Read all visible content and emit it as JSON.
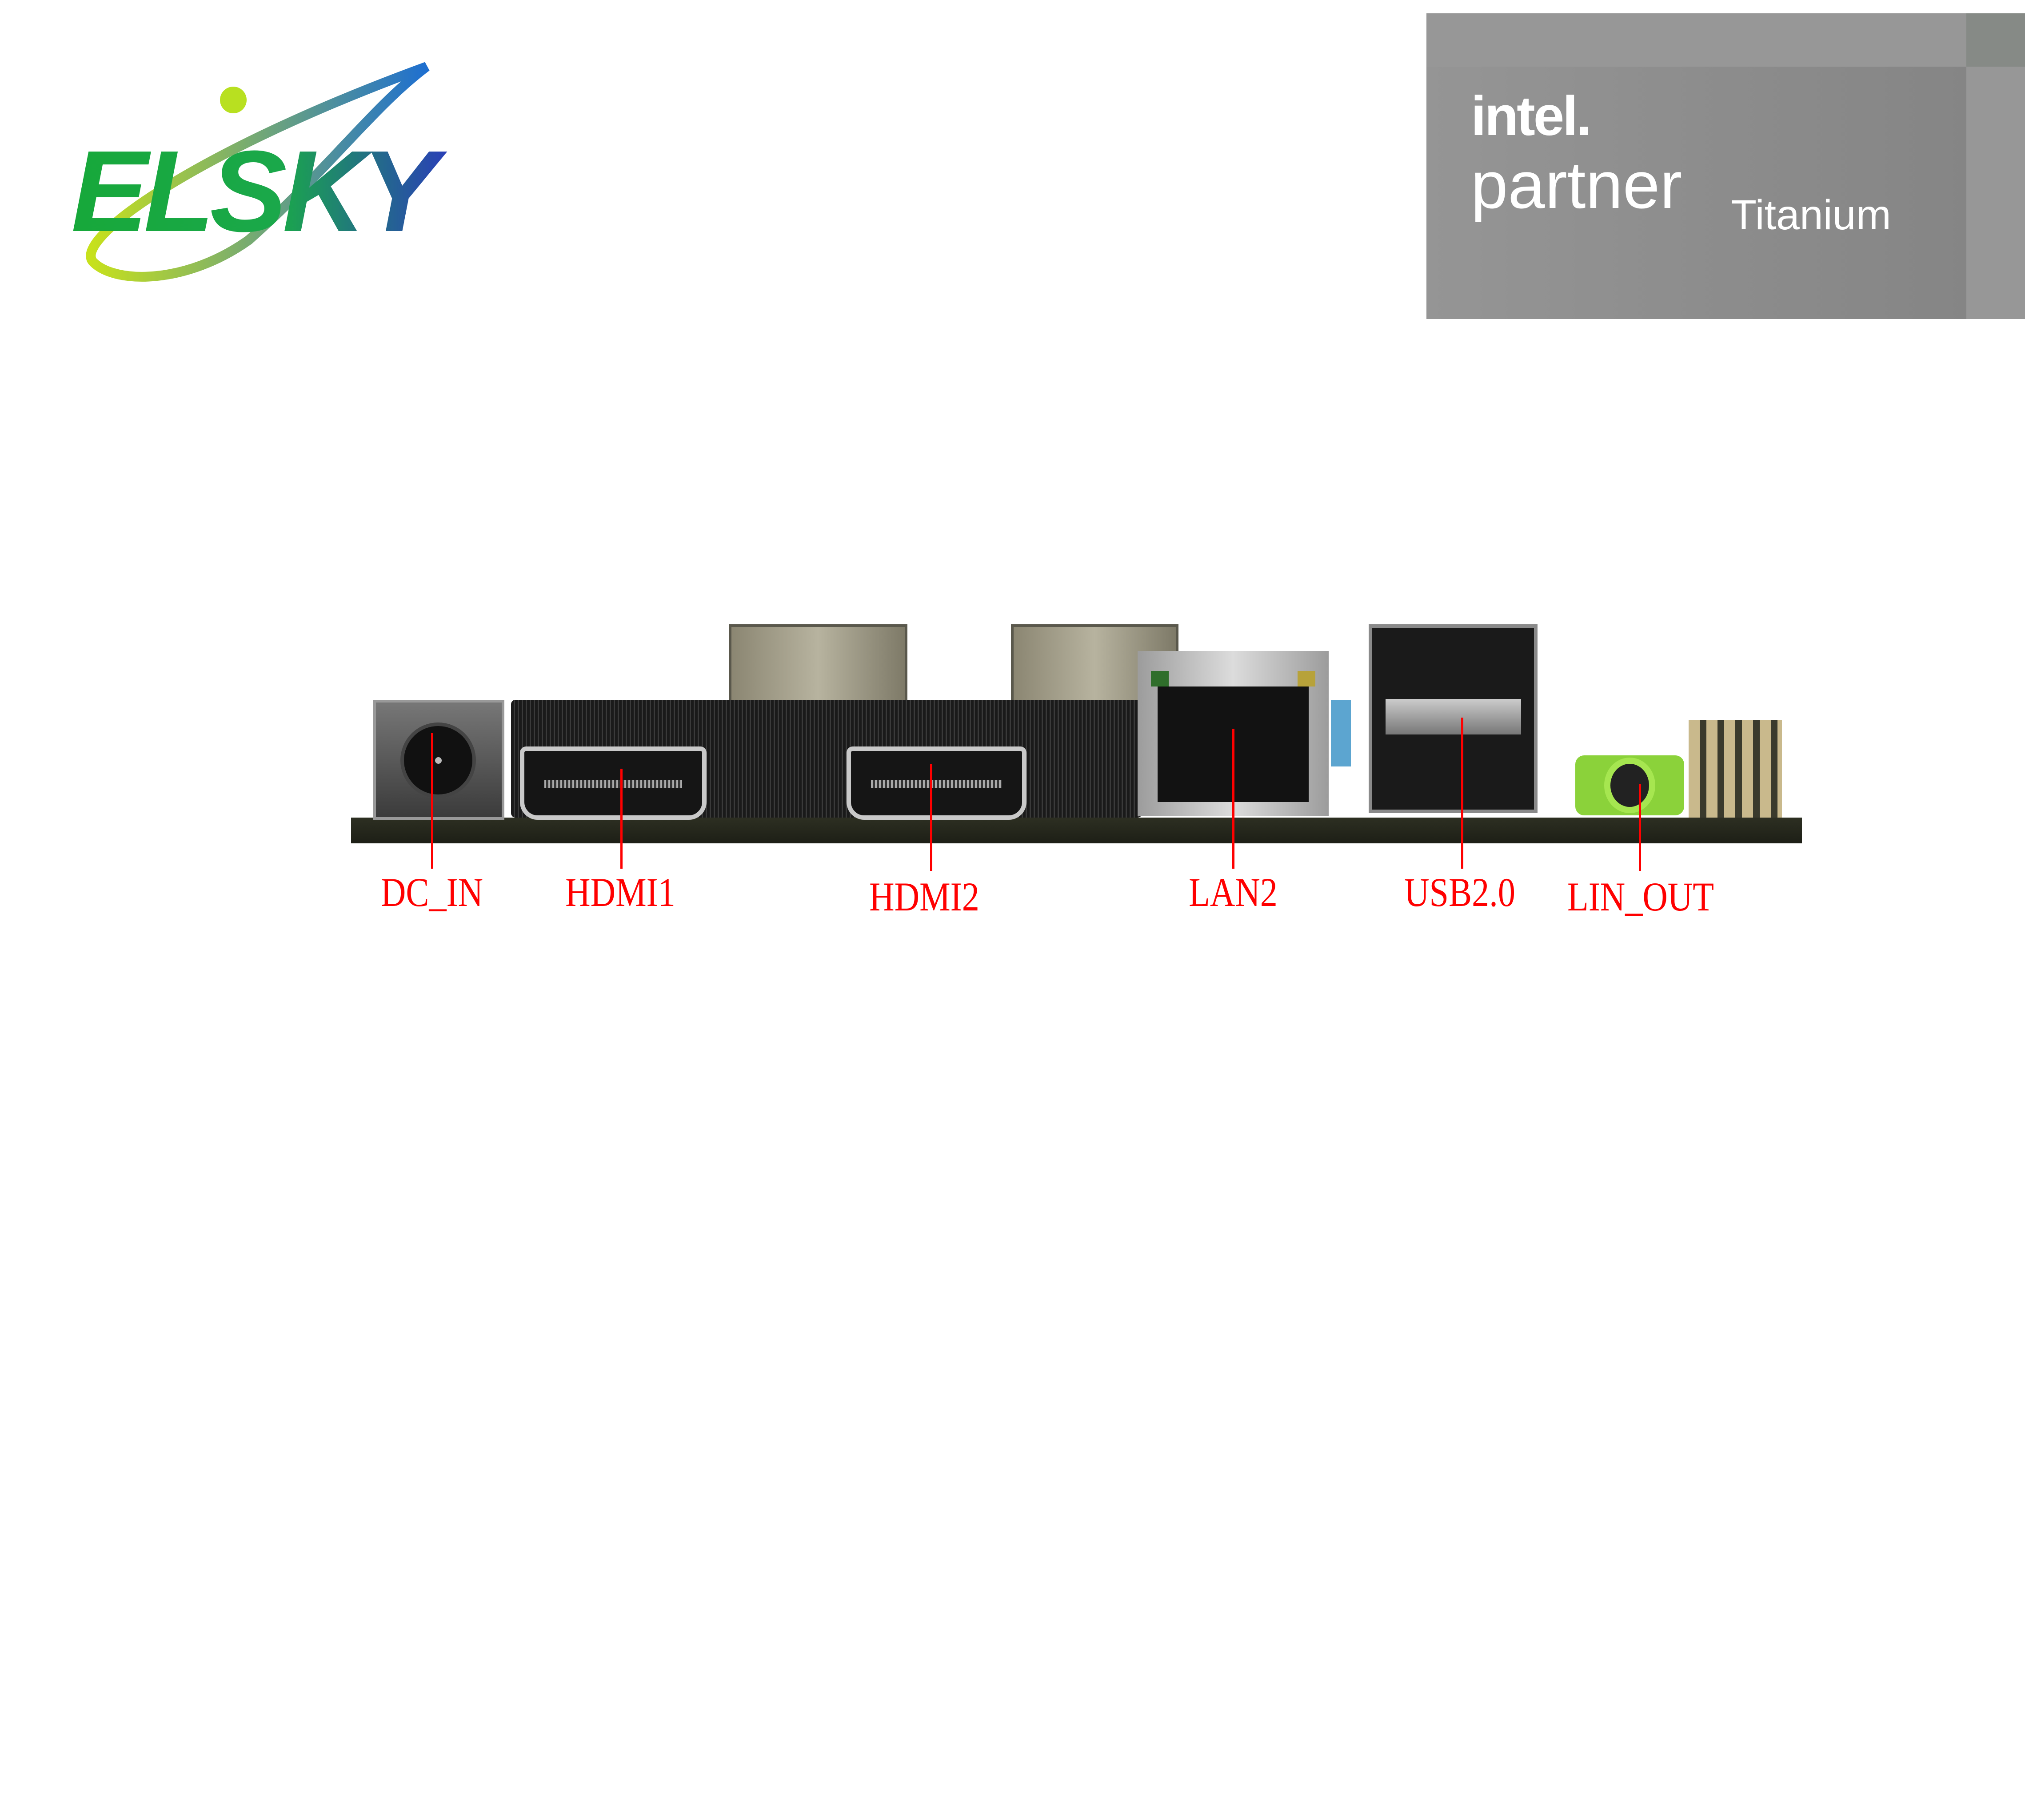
{
  "brand": {
    "logo_text": "ELSKY"
  },
  "partner_badge": {
    "line1": "intel.",
    "line2": "partner",
    "tier": "Titanium"
  },
  "ports": [
    {
      "label": "DC_IN"
    },
    {
      "label": "HDMI1"
    },
    {
      "label": "HDMI2"
    },
    {
      "label": "LAN2"
    },
    {
      "label": "USB2.0"
    },
    {
      "label": "LIN_OUT"
    }
  ],
  "colors": {
    "label": "#ff0000",
    "logo_green": "#17a83a",
    "logo_blue": "#2a3fb8",
    "badge_bg": "#979797"
  }
}
